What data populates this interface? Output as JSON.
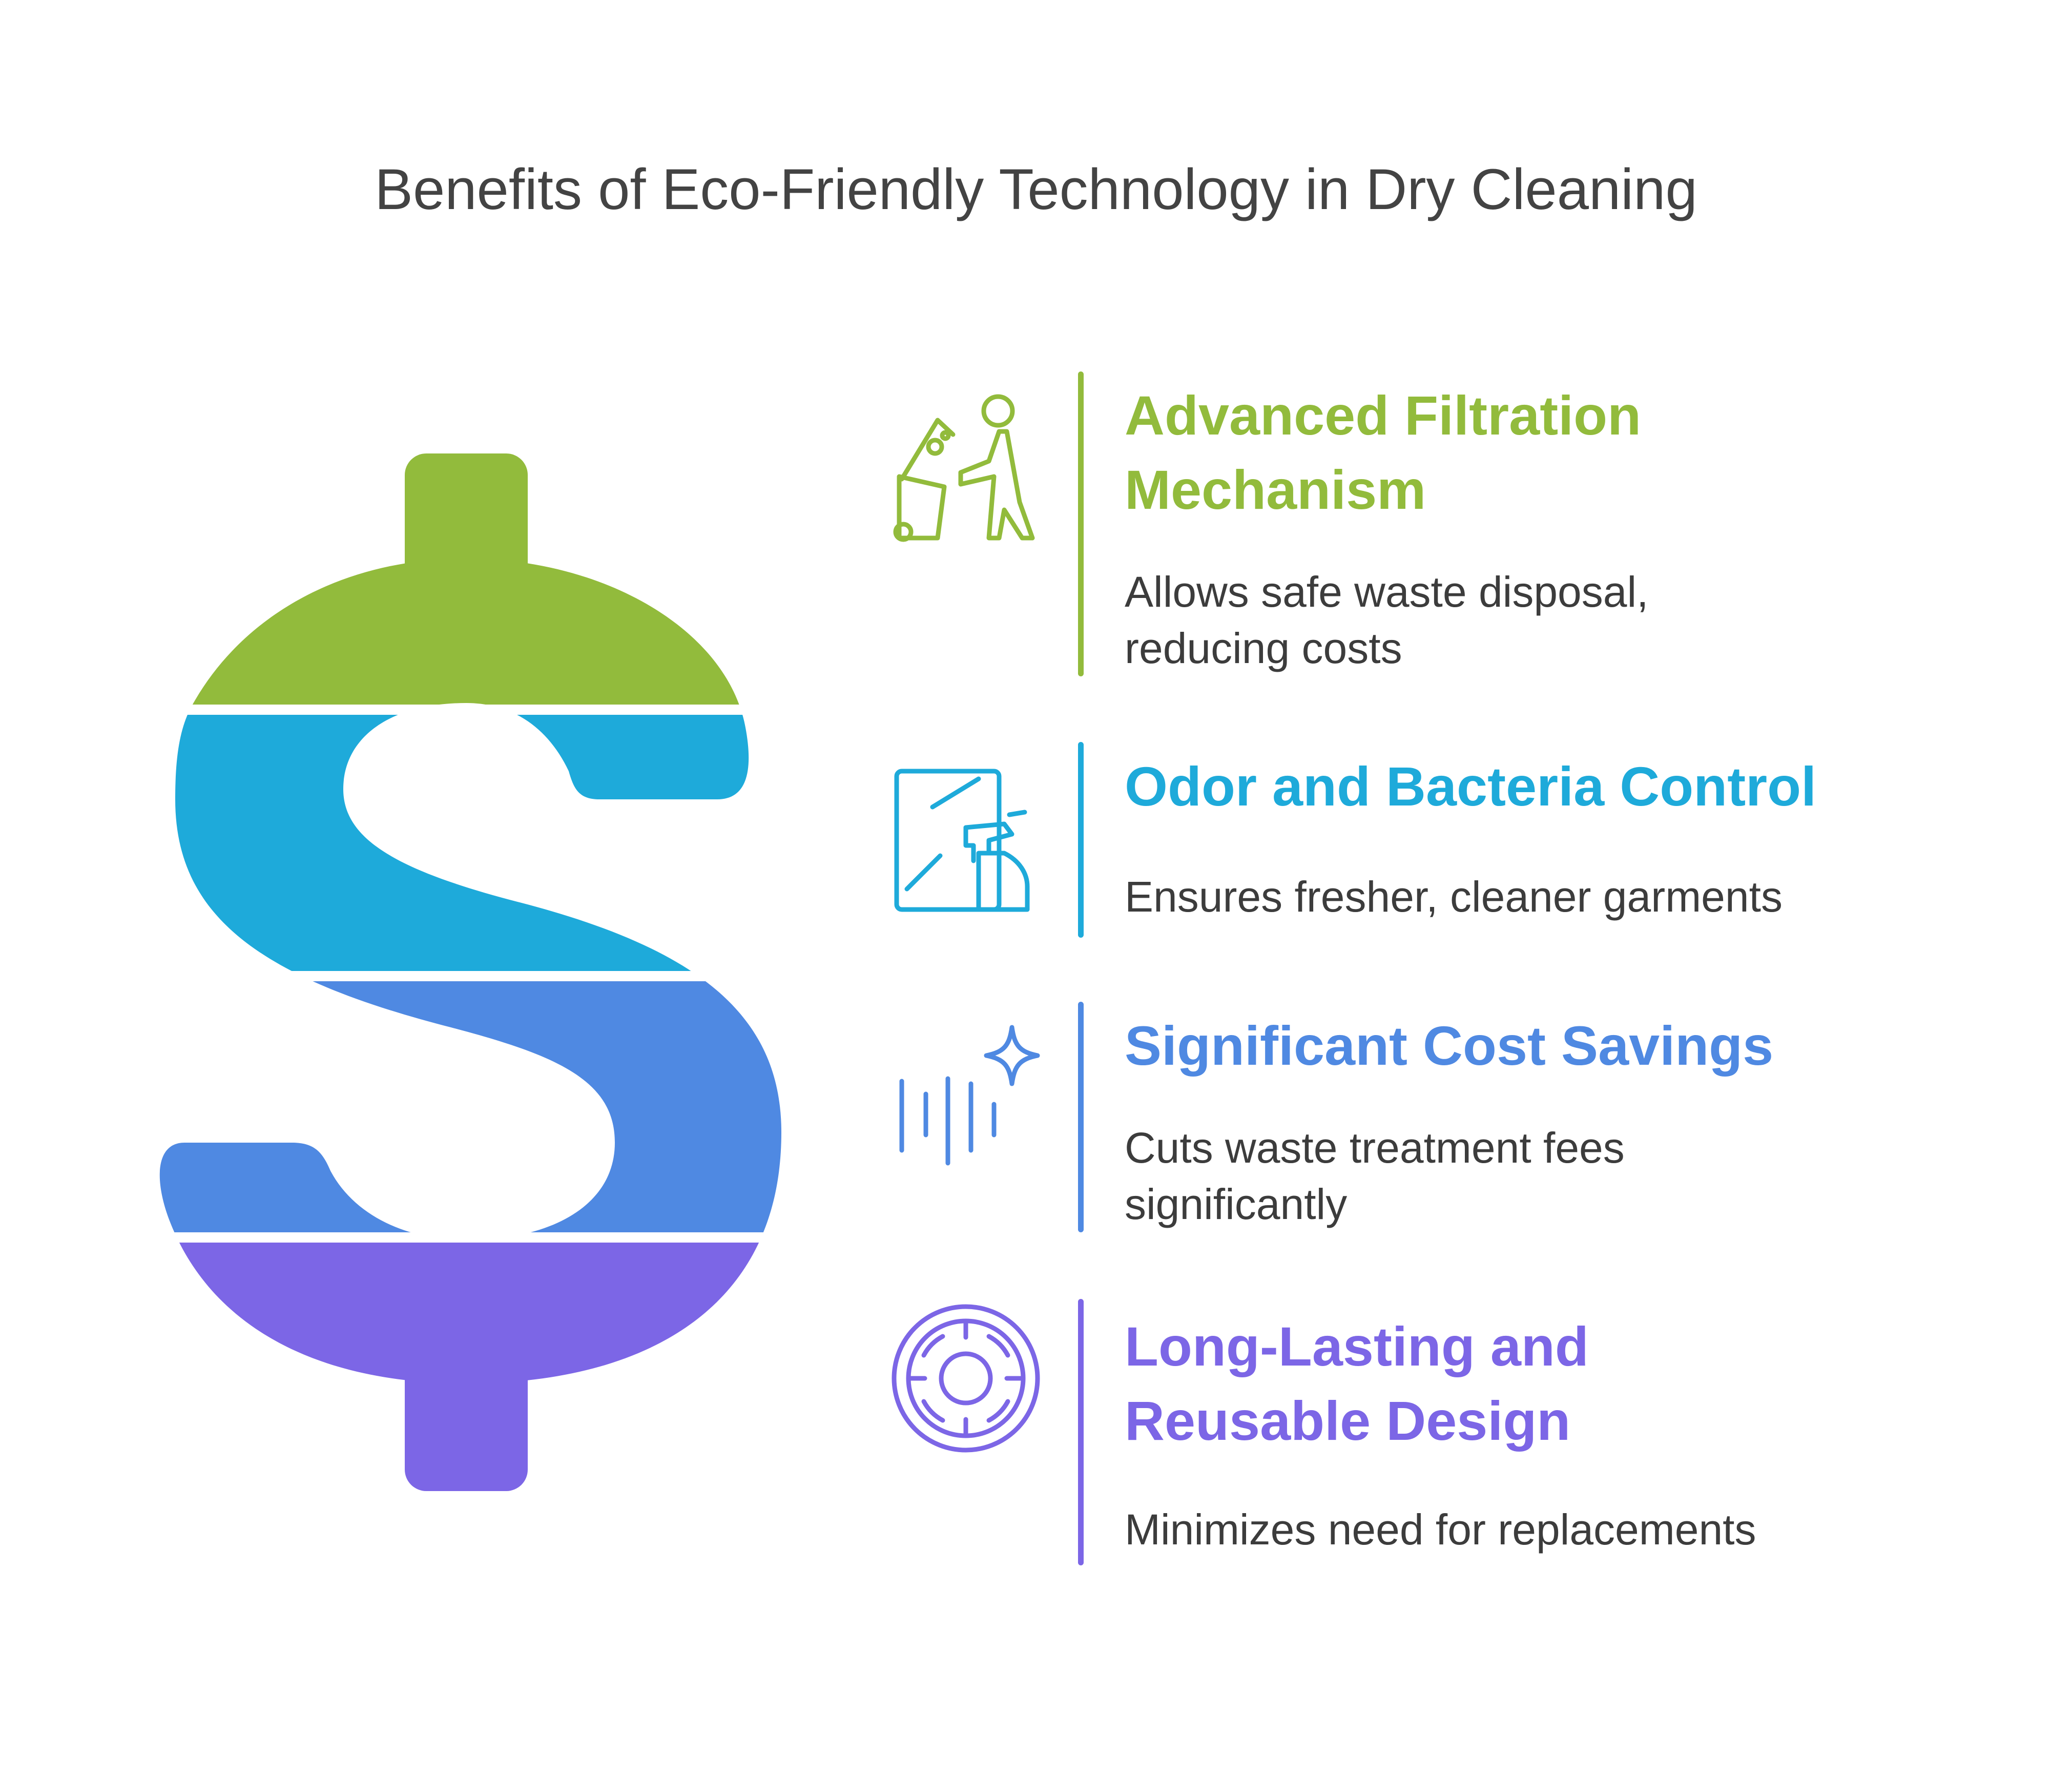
{
  "title": "Benefits of Eco-Friendly Technology in Dry Cleaning",
  "colors": {
    "green": "#92BB3C",
    "cyan": "#1EAADA",
    "blue": "#4F89E2",
    "purple": "#7C66E6",
    "title_text": "#434343",
    "body_text": "#3c3c3c"
  },
  "items": [
    {
      "icon": "waste-disposal-person-icon",
      "color": "#92BB3C",
      "title_line1": "Advanced Filtration",
      "title_line2": "Mechanism",
      "desc_line1": "Allows safe waste disposal,",
      "desc_line2": "reducing costs"
    },
    {
      "icon": "spray-cleaning-window-icon",
      "color": "#1EAADA",
      "title_line1": "Odor and Bacteria Control",
      "desc_line1": "Ensures fresher, cleaner garments"
    },
    {
      "icon": "sparkle-savings-icon",
      "color": "#4F89E2",
      "title_line1": "Significant Cost Savings",
      "desc_line1": "Cuts waste treatment fees",
      "desc_line2": "significantly"
    },
    {
      "icon": "reusable-circle-icon",
      "color": "#7C66E6",
      "title_line1": "Long-Lasting and",
      "title_line2": "Reusable Design",
      "desc_line1": "Minimizes need for replacements"
    }
  ]
}
